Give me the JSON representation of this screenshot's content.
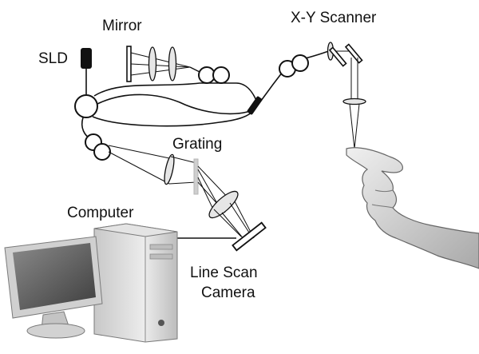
{
  "labels": {
    "mirror": "Mirror",
    "xy_scanner": "X-Y Scanner",
    "sld": "SLD",
    "grating": "Grating",
    "computer": "Computer",
    "camera_line1": "Line Scan",
    "camera_line2": "Camera"
  },
  "colors": {
    "line": "#111111",
    "lens_fill": "#e6e6e6",
    "sld_fill": "#111111",
    "grating_fill": "#cfcfcf",
    "computer_body": "#d9d9d9",
    "screen": "#6b6b6b",
    "hand": "#d8d8d8"
  },
  "icons": {
    "sld": "light-source-icon",
    "coupler": "fiber-coupler-icon",
    "polarization_controller": "polarization-controller-icon",
    "lens": "lens-icon",
    "mirror": "mirror-icon",
    "scanner": "galvo-mirror-icon",
    "grating": "grating-icon",
    "camera": "line-scan-camera-icon",
    "computer": "computer-icon",
    "hand": "finger-sample-icon"
  }
}
